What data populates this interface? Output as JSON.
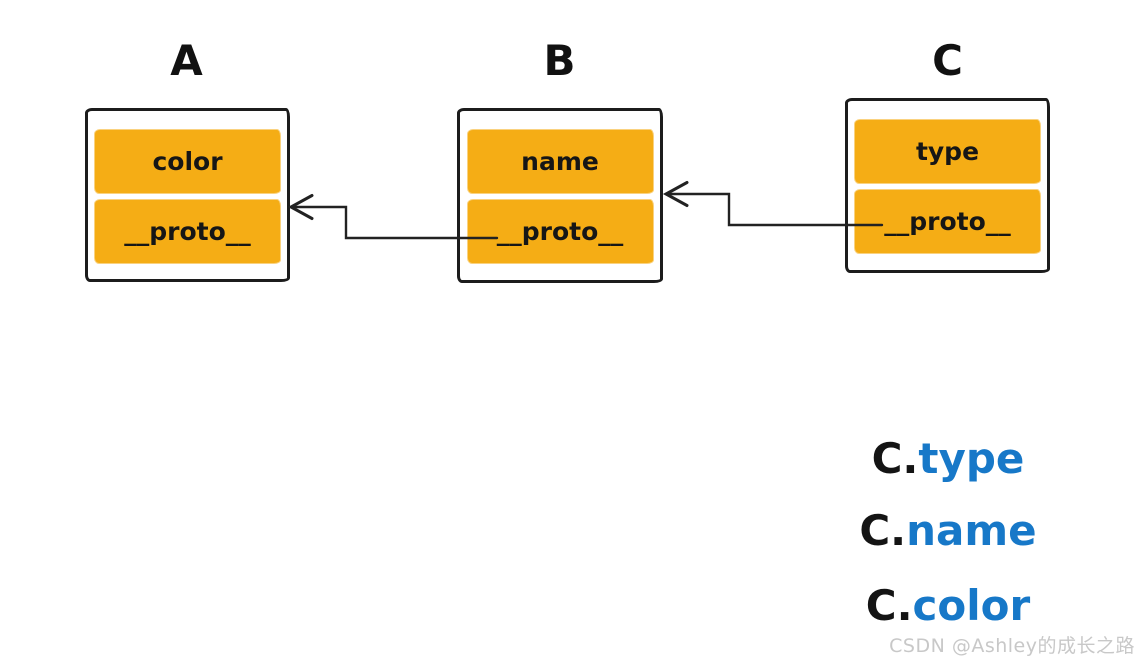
{
  "diagram": {
    "objects": [
      {
        "id": "A",
        "title": "A",
        "rows": [
          {
            "label": "color"
          },
          {
            "label": "__proto__"
          }
        ]
      },
      {
        "id": "B",
        "title": "B",
        "rows": [
          {
            "label": "name"
          },
          {
            "label": "__proto__"
          }
        ]
      },
      {
        "id": "C",
        "title": "C",
        "rows": [
          {
            "label": "type"
          },
          {
            "label": "__proto__"
          }
        ]
      }
    ],
    "arrows": [
      {
        "from": "B.__proto__",
        "to": "A"
      },
      {
        "from": "C.__proto__",
        "to": "B"
      }
    ]
  },
  "annotations": [
    {
      "prefix": "C.",
      "property": "type"
    },
    {
      "prefix": "C.",
      "property": "name"
    },
    {
      "prefix": "C.",
      "property": "color"
    }
  ],
  "watermark": "CSDN @Ashley的成长之路",
  "colors": {
    "row_fill": "#F5AD15",
    "accent_blue": "#1778C8",
    "ink": "#1c1c1c",
    "watermark_gray": "#C8C8C8"
  }
}
